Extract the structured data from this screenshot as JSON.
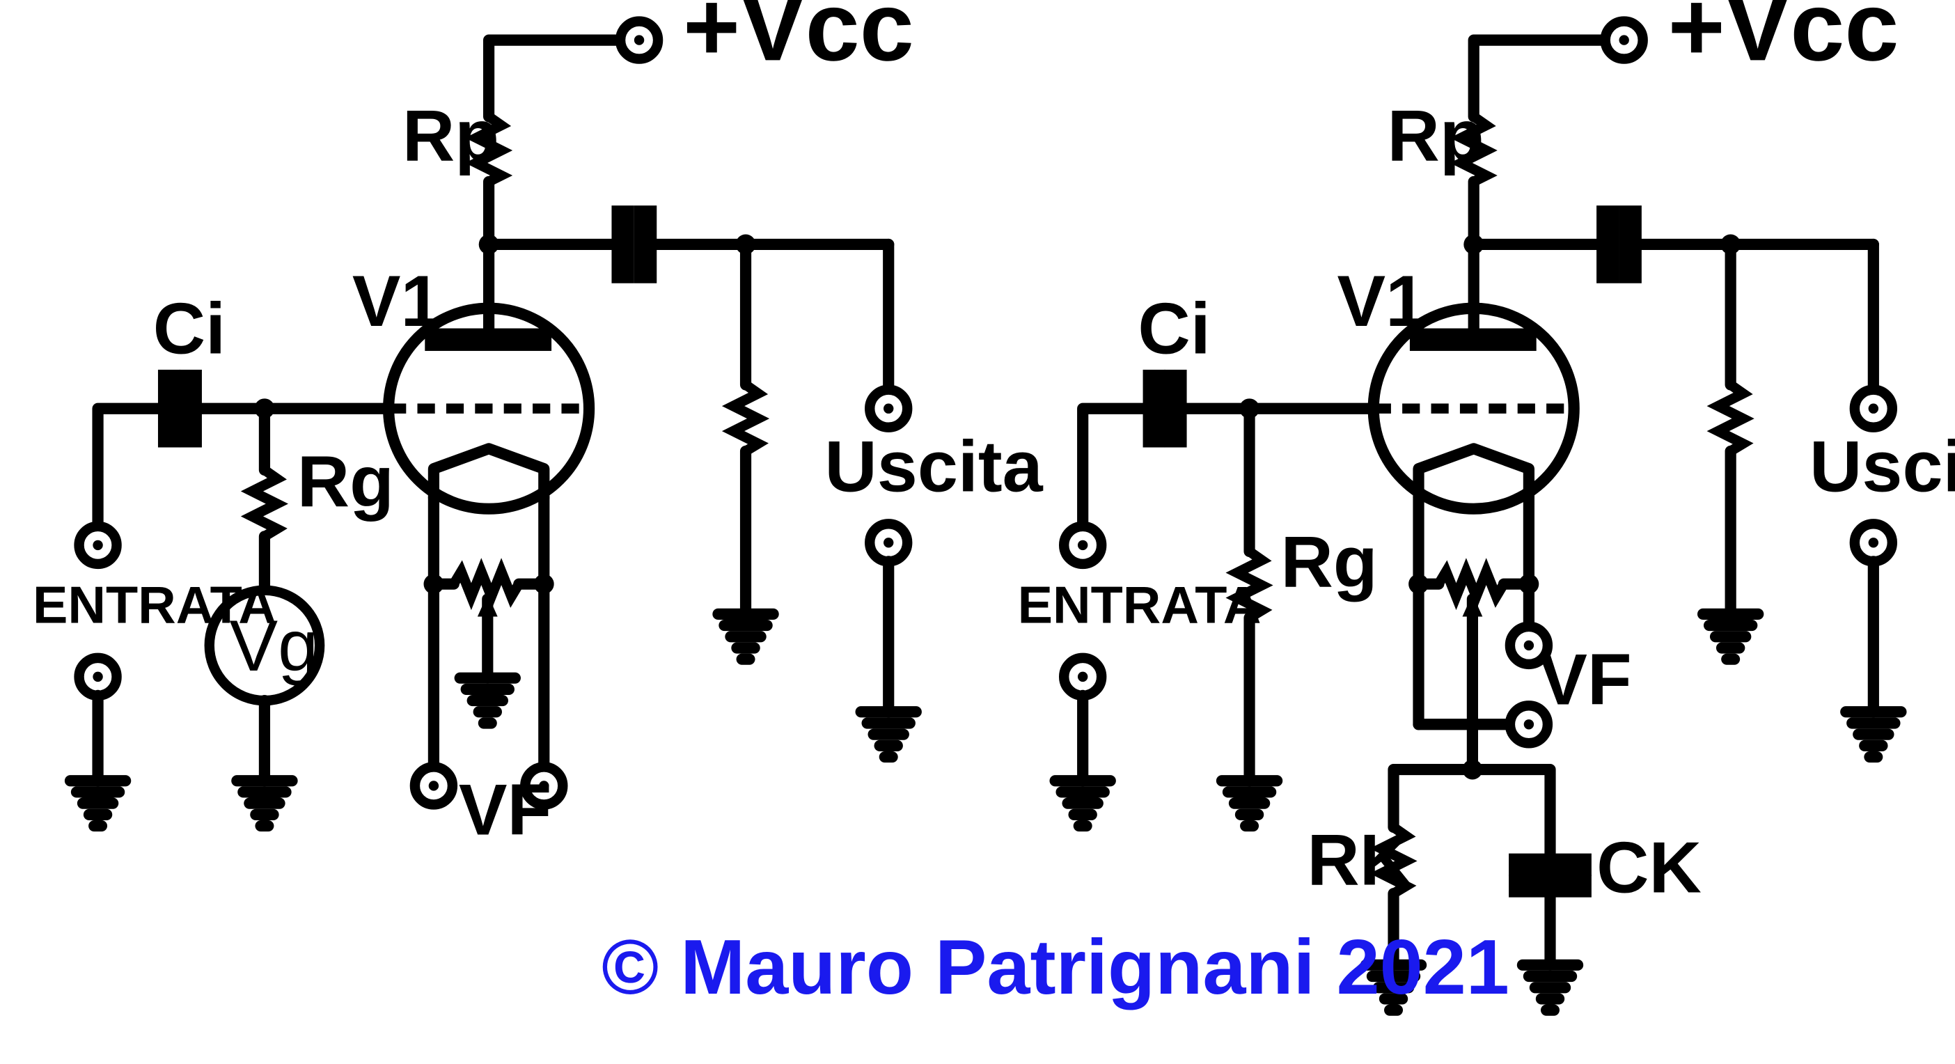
{
  "copyright": "© Mauro Patrignani 2021",
  "colors": {
    "wire": "#000000",
    "copyright": "#1a1aee",
    "background": "#ffffff"
  },
  "left": {
    "vcc": "+Vcc",
    "rp": "Rp",
    "v1": "V1",
    "ci": "Ci",
    "rg": "Rg",
    "vg": "Vg",
    "entrata": "ENTRATA",
    "uscita": "Uscita",
    "vf": "VF"
  },
  "right": {
    "vcc": "+Vcc",
    "rp": "Rp",
    "v1": "V1",
    "ci": "Ci",
    "rg": "Rg",
    "entrata": "ENTRATA",
    "uscita": "Uscita",
    "vf": "VF",
    "rk": "RK",
    "ck": "CK"
  }
}
